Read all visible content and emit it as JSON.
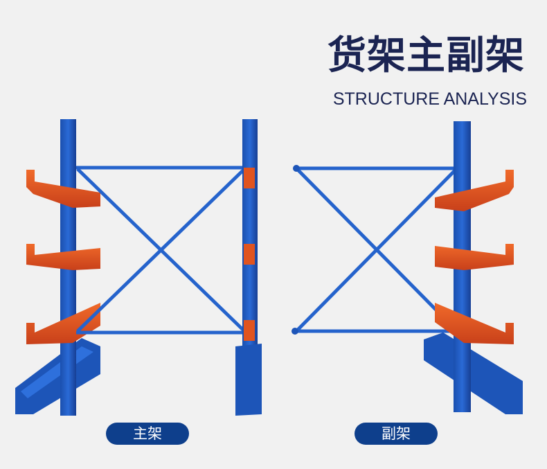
{
  "title": "货架主副架",
  "subtitle": "STRUCTURE ANALYSIS",
  "labels": {
    "main_frame": "主架",
    "sub_frame": "副架"
  },
  "colors": {
    "rack_blue": "#1f5fc4",
    "arm_orange": "#e0541f",
    "title": "#1b2452",
    "badge": "#0e3f8c"
  }
}
